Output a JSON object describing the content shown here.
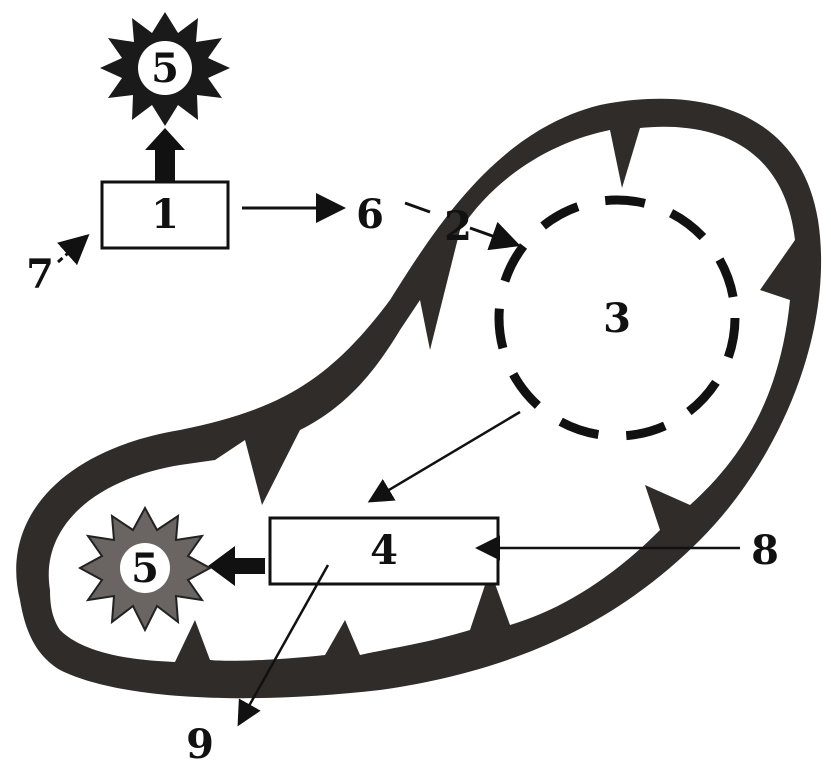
{
  "labels": {
    "star_top": "5",
    "box_1": "1",
    "label_6": "6",
    "label_2": "2",
    "label_7": "7",
    "label_3": "3",
    "box_4": "4",
    "label_8": "8",
    "star_inner": "5",
    "label_9": "9"
  },
  "colors": {
    "membrane": "#2f2c2a",
    "inner_star": "#6a6563",
    "ink": "#111111"
  }
}
